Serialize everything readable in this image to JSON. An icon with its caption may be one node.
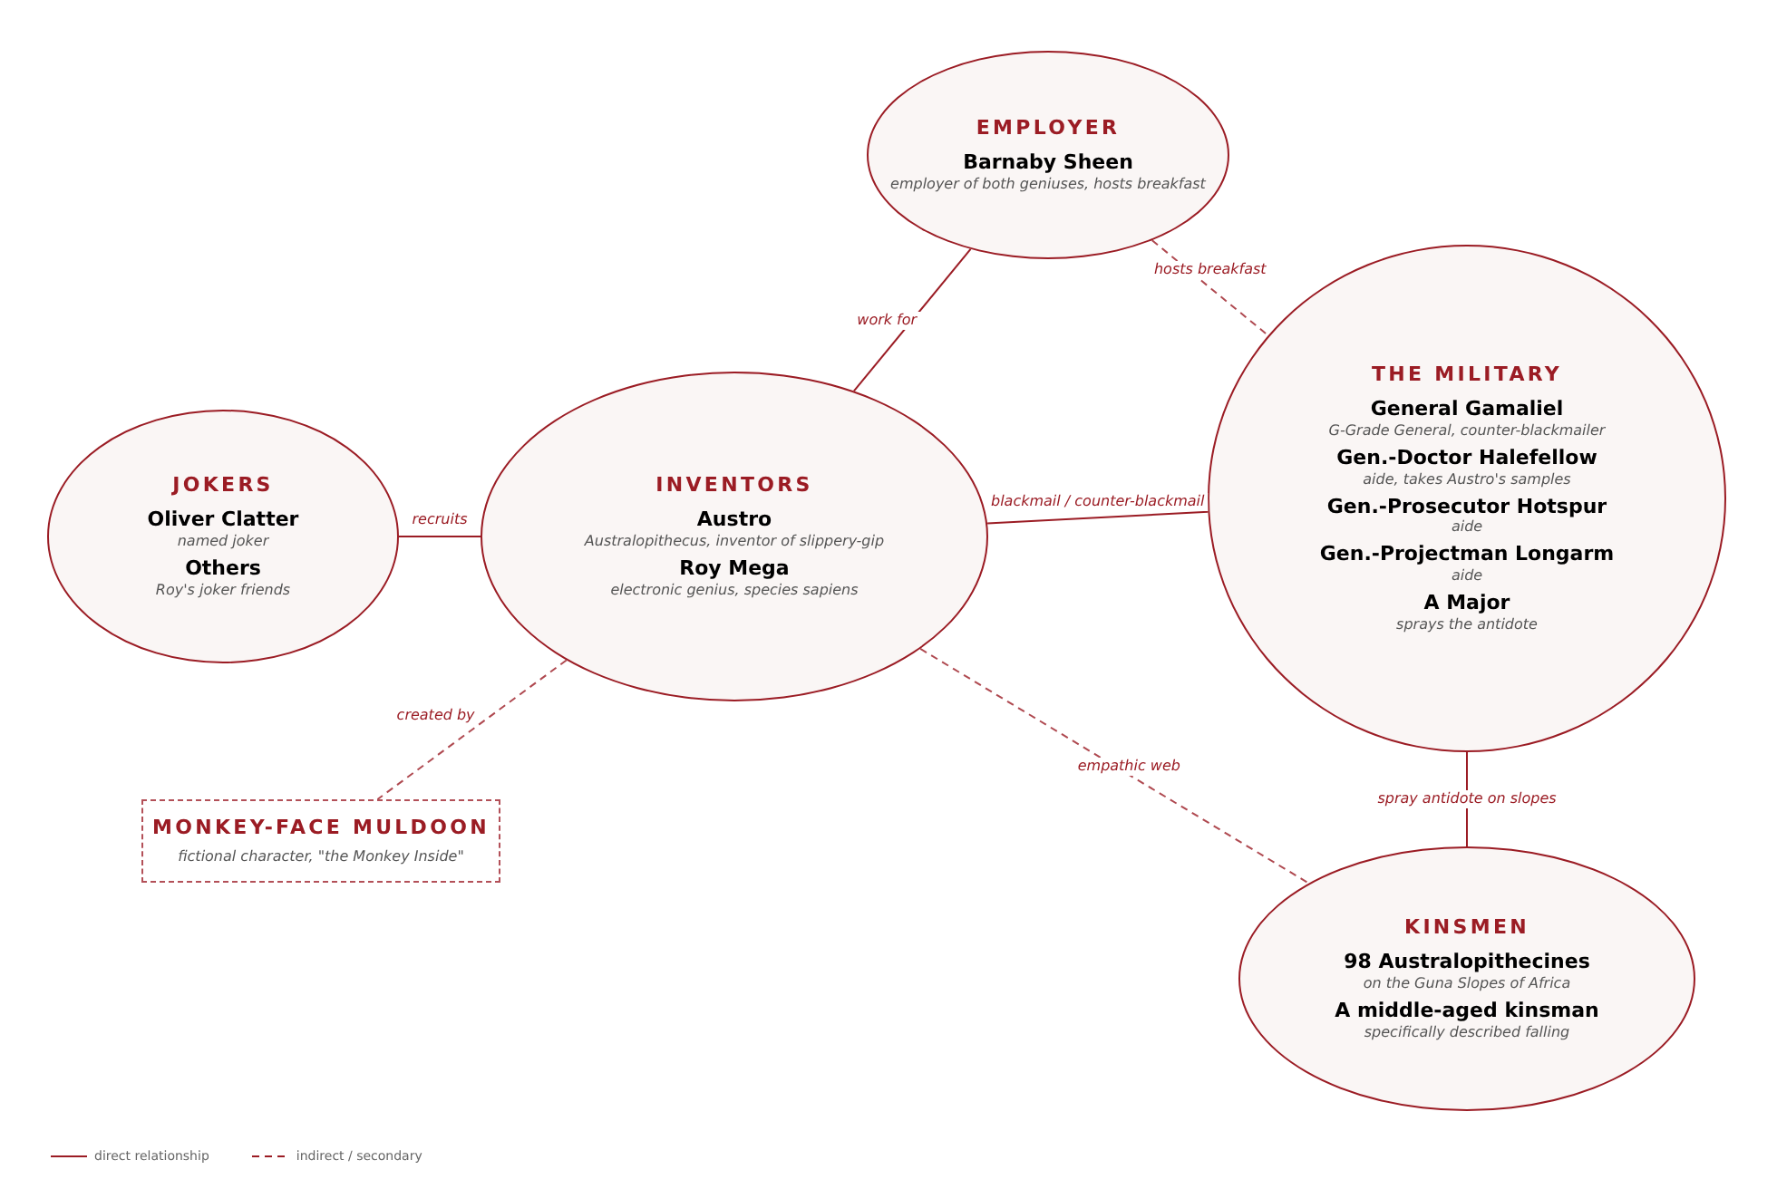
{
  "diagram": {
    "nodes": [
      {
        "text": [
          "EMPLOYER",
          "Barnaby Sheen",
          "employer of both geniuses, hosts breakfast"
        ]
      },
      {
        "text": [
          "JOKERS",
          "Oliver Clatter",
          "named joker",
          "Others",
          "Roy's joker friends"
        ]
      },
      {
        "text": [
          "INVENTORS",
          "Austro",
          "Australopithecus, inventor of slippery-gip",
          "Roy Mega",
          "electronic genius, species sapiens"
        ]
      },
      {
        "text": [
          "THE MILITARY",
          "General Gamaliel",
          "G-Grade General, counter-blackmailer",
          "Gen.-Doctor Halefellow",
          "aide, takes Austro's samples",
          "Gen.-Prosecutor Hotspur",
          "aide",
          "Gen.-Projectman Longarm",
          "aide",
          "A Major",
          "sprays the antidote"
        ]
      },
      {
        "text": [
          "MONKEY-FACE MULDOON",
          "fictional character, \"the Monkey Inside\""
        ]
      },
      {
        "text": [
          "KINSMEN",
          "98 Australopithecines",
          "on the Guna Slopes of Africa",
          "A middle-aged kinsman",
          "specifically described falling"
        ]
      }
    ],
    "edges": [
      {
        "from": 2,
        "to": 0,
        "arrow": "none",
        "label": "work for"
      },
      {
        "from": 0,
        "to": 3,
        "arrow": "none",
        "label": "hosts breakfast",
        "style": "dashed"
      },
      {
        "from": 1,
        "to": 2,
        "arrow": "none",
        "label": "recruits"
      },
      {
        "from": 2,
        "to": 3,
        "arrow": "none",
        "label": "blackmail / counter-blackmail"
      },
      {
        "from": 2,
        "to": 4,
        "arrow": "none",
        "label": "created by",
        "style": "dashed"
      },
      {
        "from": 2,
        "to": 5,
        "arrow": "none",
        "label": "empathic web",
        "style": "dashed"
      },
      {
        "from": 3,
        "to": 5,
        "arrow": "none",
        "label": "spray antidote on slopes"
      }
    ],
    "legend": [
      {
        "text": "direct relationship"
      },
      {
        "text": "indirect / secondary"
      }
    ]
  }
}
